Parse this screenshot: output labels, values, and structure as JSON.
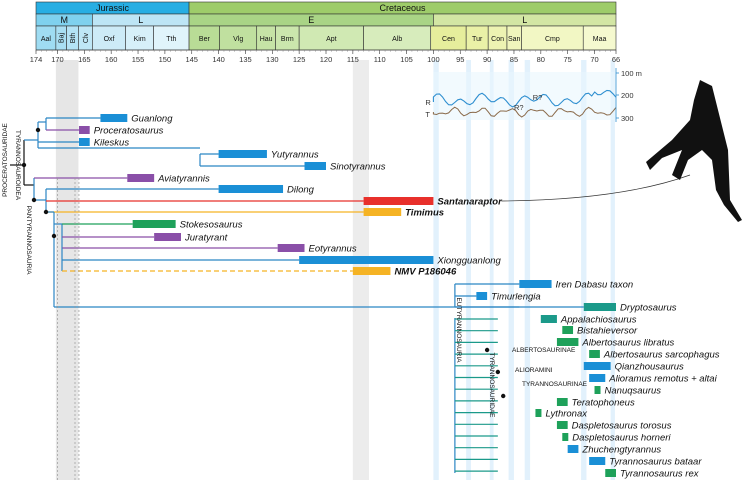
{
  "periods": [
    {
      "label": "Jurassic",
      "from": 174,
      "to": 145.5,
      "color": "#27aee3"
    },
    {
      "label": "Cretaceous",
      "from": 145.5,
      "to": 66,
      "color": "#9ecc6a"
    }
  ],
  "epochs": [
    {
      "label": "M",
      "from": 174,
      "to": 163.5,
      "color": "#7fd1ee"
    },
    {
      "label": "L",
      "from": 163.5,
      "to": 145.5,
      "color": "#bde5f5"
    },
    {
      "label": "E",
      "from": 145.5,
      "to": 100,
      "color": "#a9d486"
    },
    {
      "label": "L",
      "from": 100,
      "to": 66,
      "color": "#d3e6a4"
    }
  ],
  "stages": [
    {
      "label": "Aal",
      "from": 174,
      "to": 170.3,
      "color": "#9fdcf2"
    },
    {
      "label": "Baj",
      "from": 170.3,
      "to": 168.3,
      "color": "#a9dff3"
    },
    {
      "label": "Bth",
      "from": 168.3,
      "to": 166.1,
      "color": "#b4e3f5"
    },
    {
      "label": "Clv",
      "from": 166.1,
      "to": 163.5,
      "color": "#bfe7f6"
    },
    {
      "label": "Oxf",
      "from": 163.5,
      "to": 157.3,
      "color": "#cdebf7"
    },
    {
      "label": "Kim",
      "from": 157.3,
      "to": 152.1,
      "color": "#d7f0f9"
    },
    {
      "label": "Tth",
      "from": 152.1,
      "to": 145.5,
      "color": "#e0f4fb"
    },
    {
      "label": "Ber",
      "from": 145.5,
      "to": 139.8,
      "color": "#b9dc96"
    },
    {
      "label": "Vlg",
      "from": 139.8,
      "to": 132.9,
      "color": "#c0e09f"
    },
    {
      "label": "Hau",
      "from": 132.9,
      "to": 129.4,
      "color": "#c6e3a6"
    },
    {
      "label": "Brm",
      "from": 129.4,
      "to": 125,
      "color": "#cbe6ad"
    },
    {
      "label": "Apt",
      "from": 125,
      "to": 113,
      "color": "#d0e9b3"
    },
    {
      "label": "Alb",
      "from": 113,
      "to": 100.5,
      "color": "#d7ecbc"
    },
    {
      "label": "Cen",
      "from": 100.5,
      "to": 93.9,
      "color": "#e6ee9c"
    },
    {
      "label": "Tur",
      "from": 93.9,
      "to": 89.8,
      "color": "#eaf1a7"
    },
    {
      "label": "Con",
      "from": 89.8,
      "to": 86.3,
      "color": "#edf3b2"
    },
    {
      "label": "San",
      "from": 86.3,
      "to": 83.6,
      "color": "#f0f5bc"
    },
    {
      "label": "Cmp",
      "from": 83.6,
      "to": 72.1,
      "color": "#f2f7c4"
    },
    {
      "label": "Maa",
      "from": 72.1,
      "to": 66,
      "color": "#f5f9cf"
    }
  ],
  "age_ticks": [
    174,
    170,
    165,
    160,
    155,
    150,
    145,
    140,
    135,
    130,
    125,
    120,
    115,
    110,
    105,
    100,
    95,
    90,
    85,
    80,
    75,
    70,
    66
  ],
  "sea_level_ticks": [
    "100 m",
    "200",
    "300"
  ],
  "sea_level_marks": [
    "R",
    "T",
    "R?",
    "R?"
  ],
  "clade_labels": [
    {
      "name": "PROCERATOSAURIDAE"
    },
    {
      "name": "TYRANNOSAUROIDEA"
    },
    {
      "name": "PANTYRANNOSAURIA"
    },
    {
      "name": "EUTYRANNOSAURIA"
    },
    {
      "name": "TYRANNOSAURIDAE"
    },
    {
      "name": "ALBERTOSAURINAE"
    },
    {
      "name": "ALIORAMINI"
    },
    {
      "name": "TYRANNOSAURINAE"
    }
  ],
  "taxa": [
    {
      "name": "Guanlong",
      "from": 162,
      "to": 157,
      "row": 118,
      "color": "#1a8fd6",
      "label_side": "right",
      "bold": false
    },
    {
      "name": "Proceratosaurus",
      "from": 166,
      "to": 164,
      "row": 130,
      "color": "#8a4fa8",
      "label_side": "right",
      "bold": false
    },
    {
      "name": "Kileskus",
      "from": 166,
      "to": 164,
      "row": 142,
      "color": "#1a8fd6",
      "label_side": "right",
      "bold": false
    },
    {
      "name": "Yutyrannus",
      "from": 140,
      "to": 131,
      "row": 154,
      "color": "#1a8fd6",
      "label_side": "right",
      "bold": false
    },
    {
      "name": "Sinotyrannus",
      "from": 124,
      "to": 120,
      "row": 166,
      "color": "#1a8fd6",
      "label_side": "right",
      "bold": false
    },
    {
      "name": "Aviatyrannis",
      "from": 157,
      "to": 152,
      "row": 178,
      "color": "#8a4fa8",
      "label_side": "right",
      "bold": false
    },
    {
      "name": "Dilong",
      "from": 140,
      "to": 128,
      "row": 189,
      "color": "#1a8fd6",
      "label_side": "right",
      "bold": false
    },
    {
      "name": "Santanaraptor",
      "from": 113,
      "to": 100,
      "row": 201,
      "color": "#e8302b",
      "label_side": "right",
      "bold": true
    },
    {
      "name": "Timimus",
      "from": 113,
      "to": 106,
      "row": 212,
      "color": "#f5b324",
      "label_side": "right",
      "bold": true
    },
    {
      "name": "Stokesosaurus",
      "from": 156,
      "to": 148,
      "row": 224,
      "color": "#1ea15a",
      "label_side": "right",
      "bold": false
    },
    {
      "name": "Juratyrant",
      "from": 152,
      "to": 147,
      "row": 237,
      "color": "#8a4fa8",
      "label_side": "right",
      "bold": false
    },
    {
      "name": "Eotyrannus",
      "from": 129,
      "to": 124,
      "row": 248,
      "color": "#8a4fa8",
      "label_side": "right",
      "bold": false
    },
    {
      "name": "Xiongguanlong",
      "from": 125,
      "to": 100,
      "row": 260,
      "color": "#1a8fd6",
      "label_side": "right",
      "bold": false
    },
    {
      "name": "NMV P186046",
      "from": 115,
      "to": 108,
      "row": 271,
      "color": "#f5b324",
      "label_side": "right",
      "bold": true
    },
    {
      "name": "Iren Dabasu taxon",
      "from": 84,
      "to": 78,
      "row": 284,
      "color": "#1a8fd6",
      "label_side": "right",
      "bold": false
    },
    {
      "name": "Timurlengia",
      "from": 92,
      "to": 90,
      "row": 296,
      "color": "#1a8fd6",
      "label_side": "right",
      "bold": false
    },
    {
      "name": "Dryptosaurus",
      "from": 72,
      "to": 66,
      "row": 307,
      "color": "#1b9a8a",
      "label_side": "right",
      "bold": false
    },
    {
      "name": "Appalachiosaurus",
      "from": 80,
      "to": 77,
      "row": 319,
      "color": "#1b9a8a",
      "label_side": "right",
      "bold": false
    },
    {
      "name": "Bistahieversor",
      "from": 76,
      "to": 74,
      "row": 330,
      "color": "#1ea15a",
      "label_side": "right",
      "bold": false
    },
    {
      "name": "Albertosaurus libratus",
      "from": 77,
      "to": 73,
      "row": 342,
      "color": "#1ea15a",
      "label_side": "right",
      "bold": false
    },
    {
      "name": "Albertosaurus sarcophagus",
      "from": 71,
      "to": 69,
      "row": 354,
      "color": "#1ea15a",
      "label_side": "right",
      "bold": false
    },
    {
      "name": "Qianzhousaurus",
      "from": 72,
      "to": 67,
      "row": 366,
      "color": "#1a8fd6",
      "label_side": "right",
      "bold": false
    },
    {
      "name": "Alioramus remotus + altai",
      "from": 71,
      "to": 68,
      "row": 378,
      "color": "#1a8fd6",
      "label_side": "right",
      "bold": false
    },
    {
      "name": "Nanuqsaurus",
      "from": 70,
      "to": 69,
      "row": 390,
      "color": "#1ea15a",
      "label_side": "right",
      "bold": false
    },
    {
      "name": "Teratophoneus",
      "from": 77,
      "to": 75,
      "row": 402,
      "color": "#1ea15a",
      "label_side": "right",
      "bold": false
    },
    {
      "name": "Lythronax",
      "from": 81,
      "to": 80,
      "row": 413,
      "color": "#1ea15a",
      "label_side": "right",
      "bold": false
    },
    {
      "name": "Daspletosaurus torosus",
      "from": 77,
      "to": 75,
      "row": 425,
      "color": "#1ea15a",
      "label_side": "right",
      "bold": false
    },
    {
      "name": "Daspletosaurus horneri",
      "from": 76,
      "to": 75,
      "row": 437,
      "color": "#1ea15a",
      "label_side": "right",
      "bold": false
    },
    {
      "name": "Zhuchengtyrannus",
      "from": 75,
      "to": 73,
      "row": 449,
      "color": "#1a8fd6",
      "label_side": "right",
      "bold": false
    },
    {
      "name": "Tyrannosaurus bataar",
      "from": 71,
      "to": 68,
      "row": 461,
      "color": "#1a8fd6",
      "label_side": "right",
      "bold": false
    },
    {
      "name": "Tyrannosaurus rex",
      "from": 68,
      "to": 66,
      "row": 473,
      "color": "#1ea15a",
      "label_side": "right",
      "bold": false
    }
  ]
}
